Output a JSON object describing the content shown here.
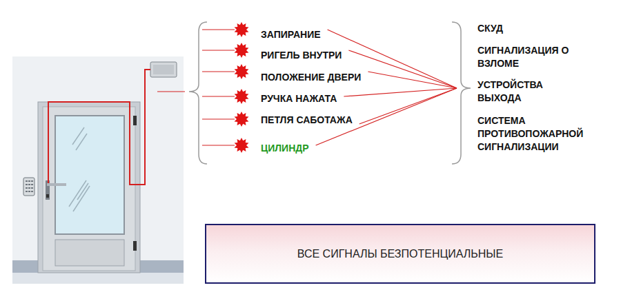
{
  "diagram": {
    "nodes": [
      {
        "text": [
          "ВСЕ СИГНАЛЫ БЕЗПОТЕНЦИАЛЬНЫЕ"
        ]
      }
    ],
    "labels": [
      "ЗАПИРАНИЕ",
      "РИГЕЛЬ ВНУТРИ",
      "ПОЛОЖЕНИЕ ДВЕРИ",
      "РУЧКА НАЖАТА",
      "ПЕТЛЯ САБОТАЖА",
      "ЦИЛИНДР",
      "СКУД",
      "СИГНАЛИЗАЦИЯ О ВЗЛОМЕ",
      "УСТРОЙСТВА ВЫХОДА",
      "СИСТЕМА ПРОТИВОПОЖАРНОЙ СИГНАЛИЗАЦИИ"
    ]
  }
}
